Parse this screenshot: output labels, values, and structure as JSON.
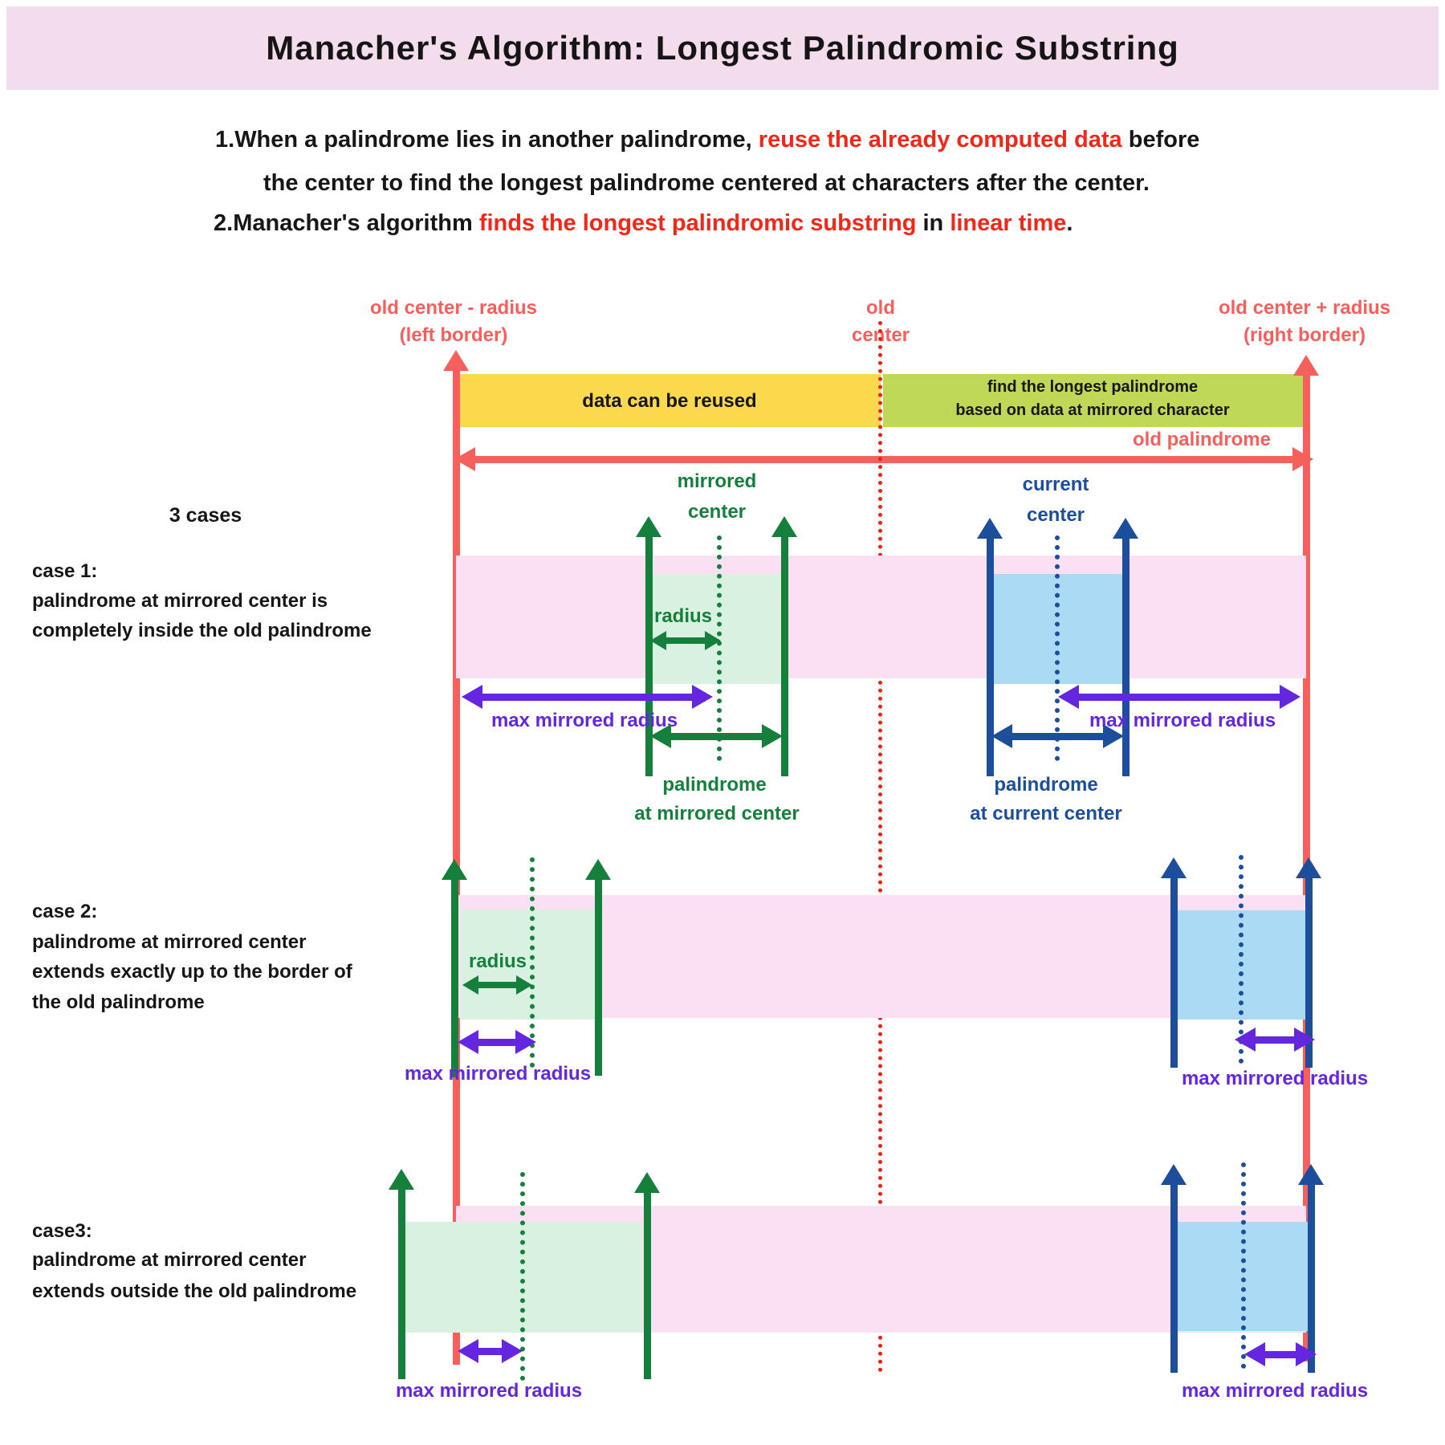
{
  "header": {
    "title": "Manacher's Algorithm: Longest Palindromic Substring"
  },
  "intro": {
    "item1": {
      "num": "1.",
      "seg1": "When a palindrome lies in another palindrome, ",
      "seg2": "reuse the already computed data",
      "seg3": " before",
      "line2": "the center to find the longest palindrome centered at characters after the center."
    },
    "item2": {
      "num": "2.",
      "seg1": "Manacher's algorithm ",
      "seg2": "finds the longest palindromic substring",
      "seg3": " in ",
      "seg4": "linear time",
      "seg5": "."
    }
  },
  "axis": {
    "left_label_1": "old center - radius",
    "left_label_2": "(left border)",
    "center_label_1": "old",
    "center_label_2": "center",
    "right_label_1": "old center + radius",
    "right_label_2": "(right border)",
    "reuse_bar": "data can be reused",
    "find_bar_1": "find the longest palindrome",
    "find_bar_2": "based on data at mirrored character",
    "old_palindrome": "old palindrome"
  },
  "cases_heading": "3 cases",
  "case1": {
    "title": "case 1:",
    "desc1": "palindrome at mirrored center is",
    "desc2": "completely inside the old palindrome",
    "mirrored_center_1": "mirrored",
    "mirrored_center_2": "center",
    "current_center_1": "current",
    "current_center_2": "center",
    "radius": "radius",
    "max_mirrored_left": "max mirrored radius",
    "max_mirrored_right": "max mirrored radius",
    "palindrome_mirrored_1": "palindrome",
    "palindrome_mirrored_2": "at mirrored center",
    "palindrome_current_1": "palindrome",
    "palindrome_current_2": "at current center"
  },
  "case2": {
    "title": "case 2:",
    "desc1": "palindrome at mirrored center",
    "desc2": "extends exactly up to the border of",
    "desc3": "the old palindrome",
    "radius": "radius",
    "max_mirrored_left": "max mirrored radius",
    "max_mirrored_right": "max mirrored radius"
  },
  "case3": {
    "title": "case3:",
    "desc1": "palindrome at mirrored center",
    "desc2": "extends outside the old palindrome",
    "max_mirrored_left": "max mirrored radius",
    "max_mirrored_right": "max mirrored radius"
  },
  "palette": {
    "header_pink": "#f3dcec",
    "salmon_red": "#f6605c",
    "bright_red": "#e82315",
    "yellow_bar": "#fbd84c",
    "green_bar": "#bfd857",
    "pink_band": "#fbdff2",
    "mint_box": "#d8f1e1",
    "blue_box": "#abdbf4",
    "green": "#15803c",
    "blue": "#1c4e9c",
    "purple": "#6526e0"
  }
}
